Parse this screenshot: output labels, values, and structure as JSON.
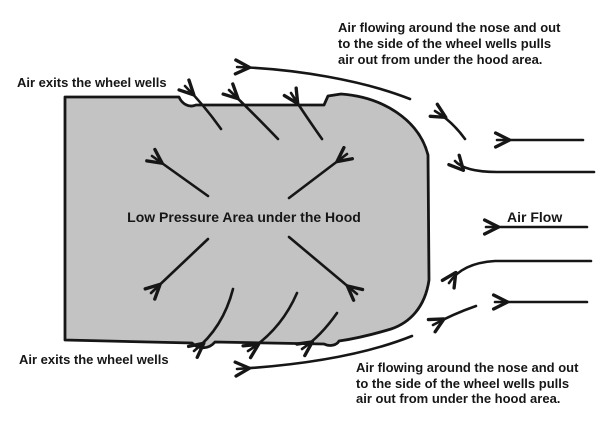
{
  "colors": {
    "bg": "#ffffff",
    "hood_fill": "#c3c3c3",
    "line": "#161616",
    "text": "#161616"
  },
  "labels": {
    "top_left": "Air exits the wheel wells",
    "bottom_left": "Air exits the wheel wells",
    "center": "Low Pressure Area under the Hood",
    "air_flow": "Air Flow",
    "top_right": {
      "line1": "Air flowing around the nose and out",
      "line2": "to the side of the wheel wells pulls",
      "line3": "air out from under the hood area."
    },
    "bottom_right": {
      "line1": "Air flowing around the nose and out",
      "line2": "to the side of the wheel wells pulls",
      "line3": "air out from under the hood area."
    }
  }
}
